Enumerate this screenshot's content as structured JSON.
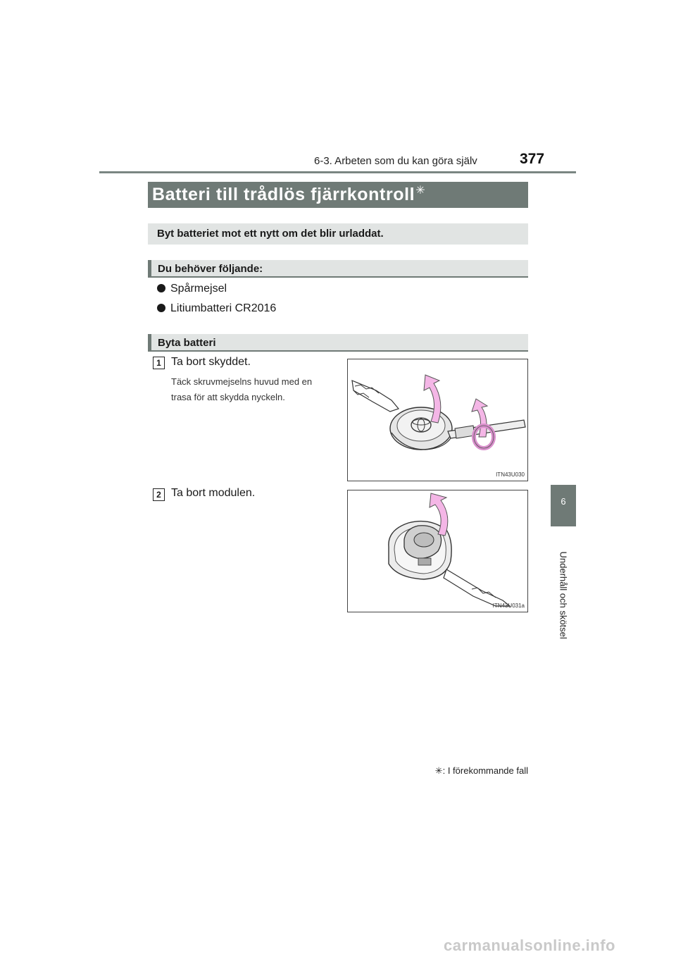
{
  "header": {
    "section": "6-3. Arbeten som du kan göra själv",
    "page_number": "377"
  },
  "side_tab": {
    "chapter_number": "6",
    "chapter_label": "Underhåll och skötsel"
  },
  "title": {
    "text": "Batteri till trådlös fjärrkontroll",
    "marker": "✳"
  },
  "intro_heading": "Byt batteriet mot ett nytt om det blir urladdat.",
  "needs_heading": "Du behöver följande:",
  "needs": [
    "Spårmejsel",
    "Litiumbatteri CR2016"
  ],
  "replace_heading": "Byta batteri",
  "steps": [
    {
      "number": "1",
      "text": "Ta bort skyddet.",
      "note_line1": "Täck skruvmejselns huvud med en",
      "note_line2": "trasa för att skydda nyckeln.",
      "figure_code": "ITN43U030"
    },
    {
      "number": "2",
      "text": "Ta bort modulen.",
      "figure_code": "ITN43U031a"
    }
  ],
  "footnote": {
    "marker": "✳",
    "text": ": I förekommande fall"
  },
  "watermark": "carmanualsonline.info",
  "colors": {
    "banner": "#6f7a76",
    "heading_bg": "#e1e4e3",
    "arrow": "#f4b6e6"
  }
}
